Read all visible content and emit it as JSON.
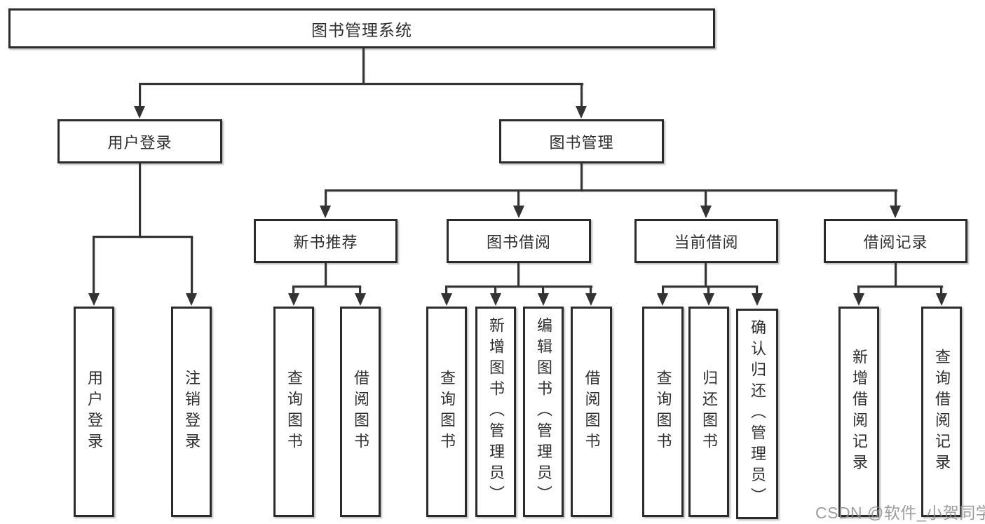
{
  "tree": {
    "root": {
      "label": "图书管理系统",
      "children": [
        {
          "label": "用户登录",
          "children": [
            {
              "label": "用户登录"
            },
            {
              "label": "注销登录"
            }
          ]
        },
        {
          "label": "图书管理",
          "children": [
            {
              "label": "新书推荐",
              "children": [
                {
                  "label": "查询图书"
                },
                {
                  "label": "借阅图书"
                }
              ]
            },
            {
              "label": "图书借阅",
              "children": [
                {
                  "label": "查询图书"
                },
                {
                  "label": "新增图书（管理员）"
                },
                {
                  "label": "编辑图书（管理员）"
                },
                {
                  "label": "借阅图书"
                }
              ]
            },
            {
              "label": "当前借阅",
              "children": [
                {
                  "label": "查询图书"
                },
                {
                  "label": "归还图书"
                },
                {
                  "label": "确认归还（管理员）"
                }
              ]
            },
            {
              "label": "借阅记录",
              "children": [
                {
                  "label": "新增借阅记录"
                },
                {
                  "label": "查询借阅记录"
                }
              ]
            }
          ]
        }
      ]
    }
  },
  "watermark": {
    "text": "CSDN @软件_小贺同学"
  },
  "colors": {
    "line": "#333333",
    "border": "#2b2b2b",
    "text": "#2f2f2f",
    "background": "#ffffff",
    "watermark": "#8c8c8c"
  }
}
